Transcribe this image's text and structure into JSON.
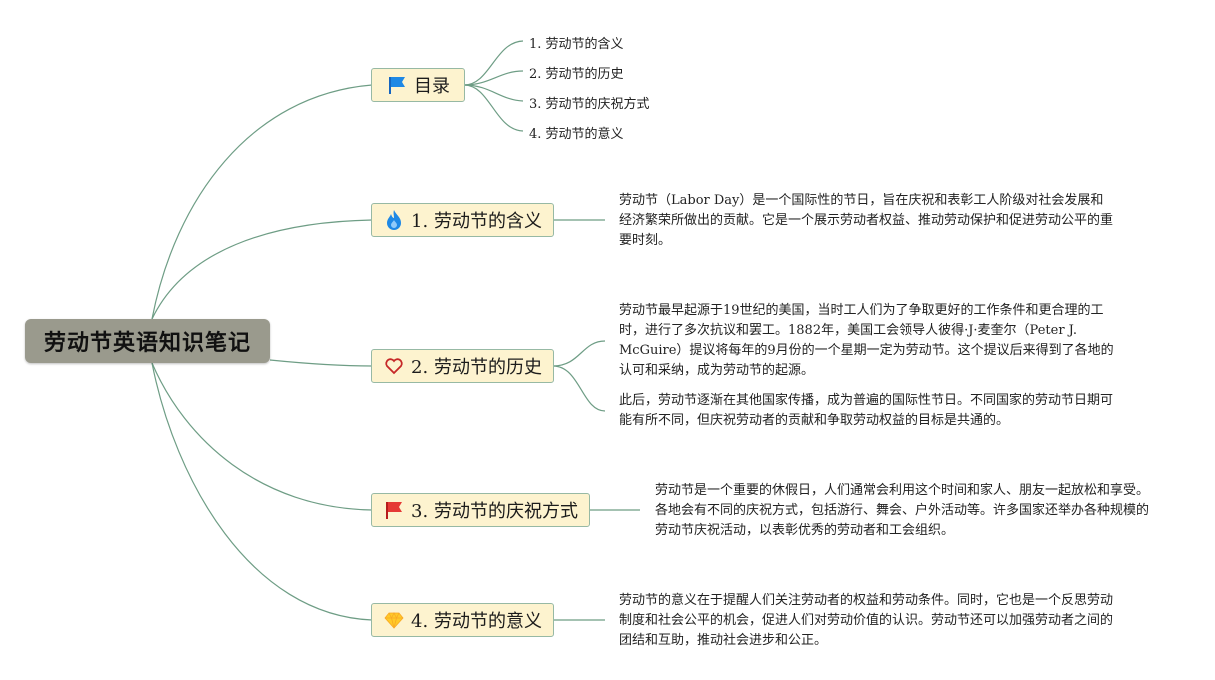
{
  "root": {
    "title": "劳动节英语知识笔记"
  },
  "toc": {
    "label": "目录",
    "icon": "flag-blue-icon",
    "items": [
      "1. 劳动节的含义",
      "2. 劳动节的历史",
      "3. 劳动节的庆祝方式",
      "4. 劳动节的意义"
    ]
  },
  "topics": [
    {
      "label": "1. 劳动节的含义",
      "icon": "fire-icon",
      "paragraphs": [
        "劳动节（Labor Day）是一个国际性的节日，旨在庆祝和表彰工人阶级对社会发展和经济繁荣所做出的贡献。它是一个展示劳动者权益、推动劳动保护和促进劳动公平的重要时刻。"
      ]
    },
    {
      "label": "2. 劳动节的历史",
      "icon": "heart-icon",
      "paragraphs": [
        "劳动节最早起源于19世纪的美国，当时工人们为了争取更好的工作条件和更合理的工时，进行了多次抗议和罢工。1882年，美国工会领导人彼得·J·麦奎尔（Peter J. McGuire）提议将每年的9月份的一个星期一定为劳动节。这个提议后来得到了各地的认可和采纳，成为劳动节的起源。",
        "此后，劳动节逐渐在其他国家传播，成为普遍的国际性节日。不同国家的劳动节日期可能有所不同，但庆祝劳动者的贡献和争取劳动权益的目标是共通的。"
      ]
    },
    {
      "label": "3. 劳动节的庆祝方式",
      "icon": "flag-red-icon",
      "paragraphs": [
        "劳动节是一个重要的休假日，人们通常会利用这个时间和家人、朋友一起放松和享受。各地会有不同的庆祝方式，包括游行、舞会、户外活动等。许多国家还举办各种规模的劳动节庆祝活动，以表彰优秀的劳动者和工会组织。"
      ]
    },
    {
      "label": "4. 劳动节的意义",
      "icon": "diamond-icon",
      "paragraphs": [
        "劳动节的意义在于提醒人们关注劳动者的权益和劳动条件。同时，它也是一个反思劳动制度和社会公平的机会，促进人们对劳动价值的认识。劳动节还可以加强劳动者之间的团结和互助，推动社会进步和公正。"
      ]
    }
  ],
  "colors": {
    "line": "#6e9d85",
    "topic_fill": "#fdf3cf",
    "topic_border": "#97b9a4",
    "root_fill": "#9a9a8d"
  }
}
